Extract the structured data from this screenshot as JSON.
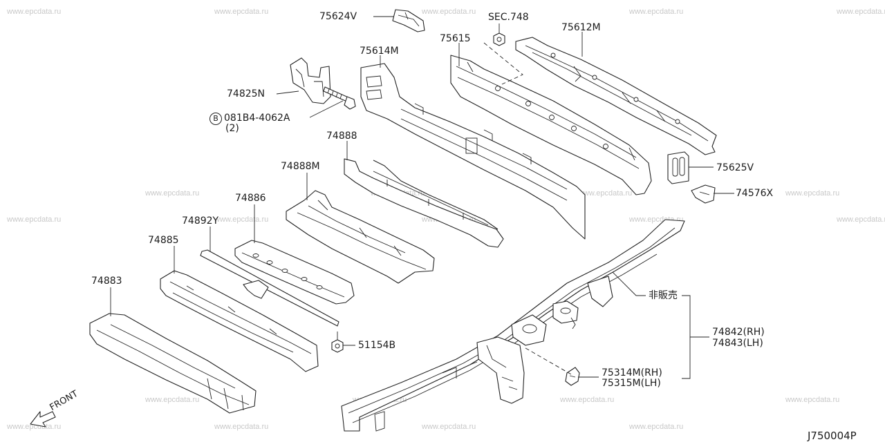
{
  "watermark": "www.epcdata.ru",
  "diagram_code": "J750004P",
  "front_label": "FRONT",
  "labels": {
    "p75624v": "75624V",
    "sec748": "SEC.748",
    "p75612m": "75612M",
    "p75615": "75615",
    "p75614m": "75614M",
    "p74825n": "74825N",
    "bolt_circle": "B",
    "bolt_number": "081B4-4062A",
    "bolt_qty": "(2)",
    "p74888": "74888",
    "p74888m": "74888M",
    "p75625v": "75625V",
    "p74576x": "74576X",
    "p74886": "74886",
    "p74892y": "74892Y",
    "p74885": "74885",
    "p74883": "74883",
    "p51154b": "51154B",
    "not_for_sale": "非販売",
    "p74842": "74842(RH)",
    "p74843": "74843(LH)",
    "p75314m": "75314M(RH)",
    "p75315m": "75315M(LH)"
  }
}
